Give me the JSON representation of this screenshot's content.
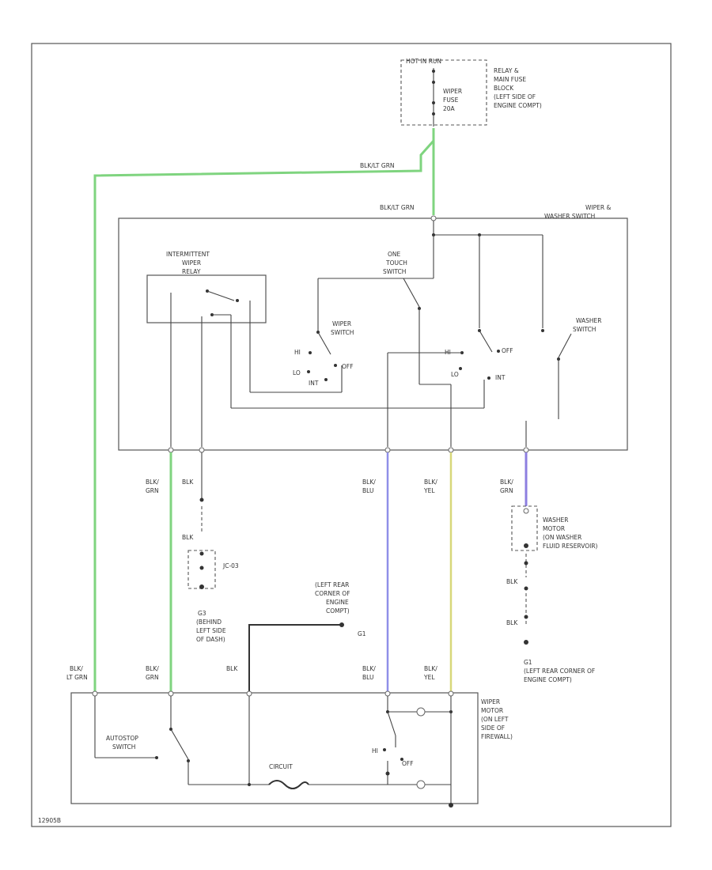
{
  "colors": {
    "green": "#7fd47f",
    "blue": "#8f8fe8",
    "yellow": "#d8d87a",
    "violet": "#8d7fe0",
    "wire": "#444444"
  },
  "labels": {
    "hot_in_run": "HOT IN RUN",
    "relay_block": [
      "RELAY &",
      "MAIN FUSE",
      "BLOCK",
      "(LEFT SIDE OF",
      "ENGINE COMPT)"
    ],
    "wiper_fuse": [
      "WIPER",
      "FUSE",
      "20A"
    ],
    "blk_lt_grn_top": "BLK/LT GRN",
    "blk_lt_grn_mid": "BLK/LT GRN",
    "wiper_washer_switch": [
      "WIPER &",
      "WASHER SWITCH"
    ],
    "intermittent_relay": [
      "INTERMITTENT",
      "WIPER",
      "RELAY"
    ],
    "one_touch": [
      "ONE",
      "TOUCH",
      "SWITCH"
    ],
    "wiper_switch": [
      "WIPER",
      "SWITCH"
    ],
    "washer_switch": [
      "WASHER",
      "SWITCH"
    ],
    "hi_1": "HI",
    "lo_1": "LO",
    "int_1": "INT",
    "off_1": "OFF",
    "hi_2": "HI",
    "lo_2": "LO",
    "int_2": "INT",
    "off_2": "OFF",
    "wire_blk_grn": [
      "BLK/",
      "GRN"
    ],
    "wire_blk_1": "BLK",
    "wire_blk_blu": [
      "BLK/",
      "BLU"
    ],
    "wire_blk_yel": [
      "BLK/",
      "YEL"
    ],
    "wire_blk_grn_2": [
      "BLK/",
      "GRN"
    ],
    "washer_motor": [
      "WASHER",
      "MOTOR",
      "(ON WASHER",
      "FLUID RESERVOIR)"
    ],
    "blk_2": "BLK",
    "jc_label": "JC-03",
    "g3": [
      "G3",
      "(BEHIND",
      "LEFT SIDE",
      "OF DASH)"
    ],
    "left_rear_corner": [
      "(LEFT REAR",
      "CORNER OF",
      "ENGINE",
      "COMPT)"
    ],
    "g1_a": "G1",
    "blk_3": "BLK",
    "blk_4": "BLK",
    "g1_b": [
      "G1",
      "(LEFT REAR CORNER OF",
      "ENGINE COMPT)"
    ],
    "bottom_blk_lt_grn": [
      "BLK/",
      "LT GRN"
    ],
    "bottom_blk_grn": [
      "BLK/",
      "GRN"
    ],
    "bottom_blk": "BLK",
    "bottom_blk_blu": [
      "BLK/",
      "BLU"
    ],
    "bottom_blk_yel": [
      "BLK/",
      "YEL"
    ],
    "wiper_motor": [
      "WIPER",
      "MOTOR",
      "(ON LEFT",
      "SIDE OF",
      "FIREWALL)"
    ],
    "autostop": [
      "AUTOSTOP",
      "SWITCH"
    ],
    "circuit_breaker": "CIRCUIT",
    "hi_m": "HI",
    "off_m": "OFF",
    "corner_code": "12905B"
  }
}
